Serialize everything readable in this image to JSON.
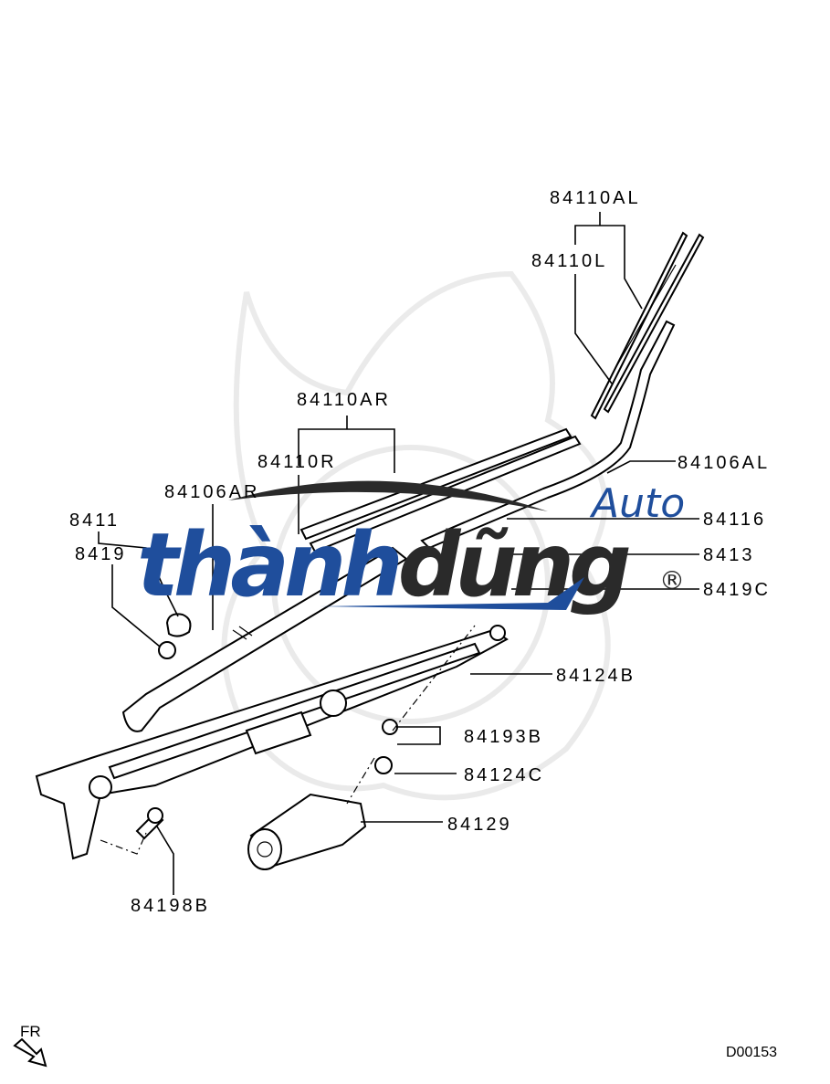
{
  "diagram": {
    "labels": {
      "p84110AL": "84110AL",
      "p84110L": "84110L",
      "p84110AR": "84110AR",
      "p84110R": "84110R",
      "p84106AR": "84106AR",
      "p84106AL": "84106AL",
      "p8411x": "8411",
      "p8419x": "8419",
      "p84116": "84116",
      "p8413x": "8413",
      "p8419xC": "8419C",
      "p84124B": "84124B",
      "p84193B": "84193B",
      "p84124C": "84124C",
      "p84129": "84129",
      "p84198B": "84198B"
    },
    "direction_label": "FR",
    "diagram_code": "D00153"
  },
  "watermark": {
    "brand": "thànhdũng",
    "sub": "Auto",
    "registered": "®",
    "colors": {
      "blue": "#1f4e9c",
      "dark": "#2a2a2a"
    }
  }
}
